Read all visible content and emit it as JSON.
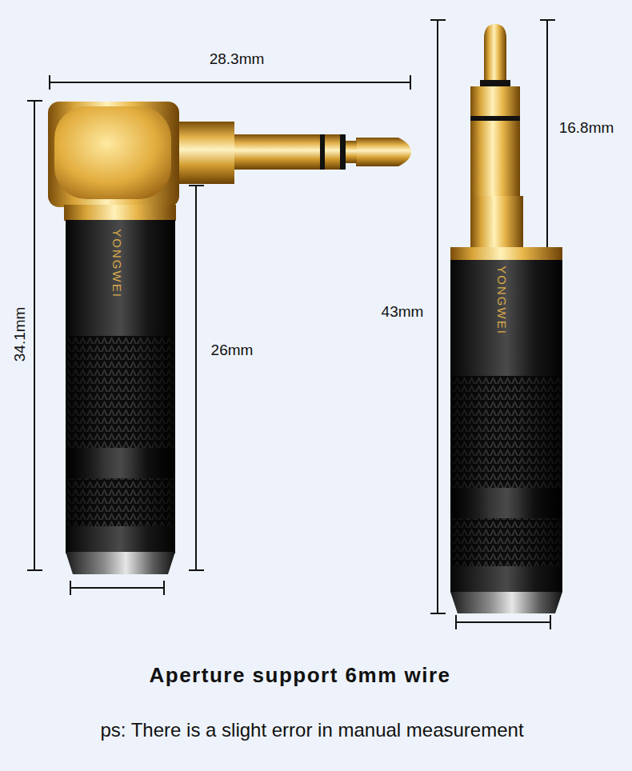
{
  "diagram": {
    "caption": "Aperture support 6mm wire",
    "labels": [
      "28.3mm",
      "16.8mm",
      "34.1mm",
      "26mm",
      "43mm",
      "YONGWEI",
      "YONGWEI",
      "ps: There is a slight error in manual measurement"
    ]
  }
}
